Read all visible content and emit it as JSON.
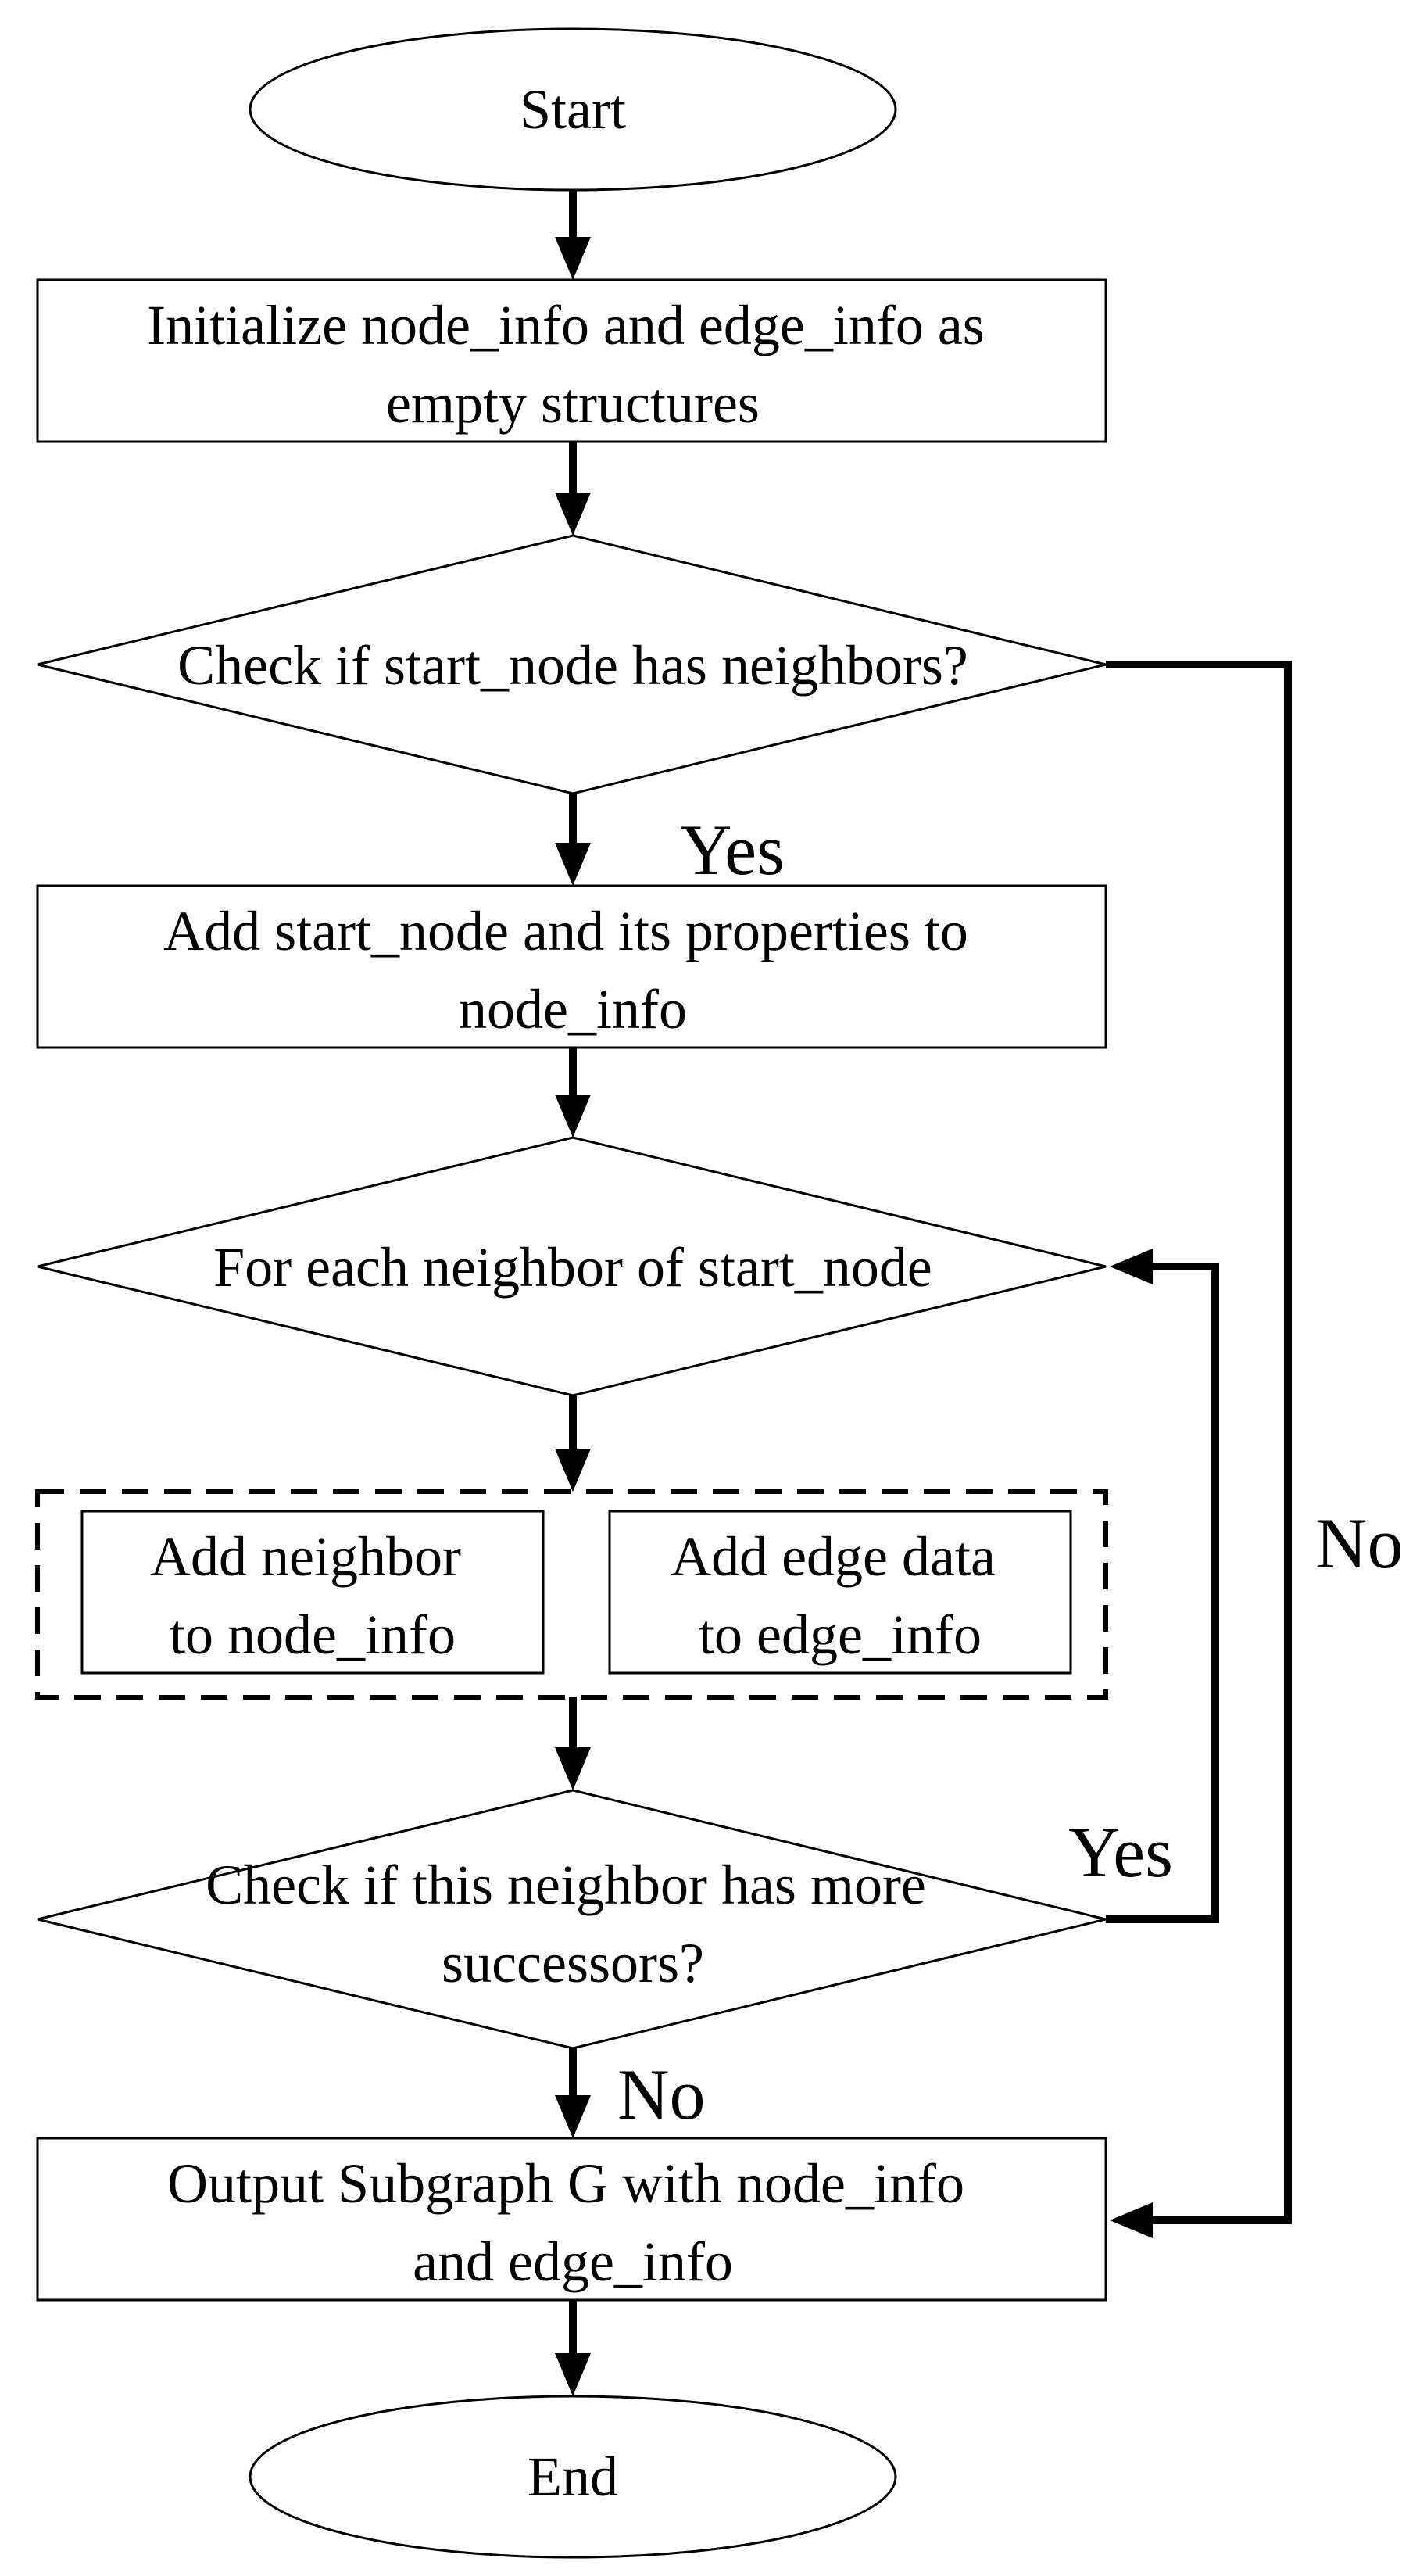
{
  "nodes": {
    "start": "Start",
    "init": [
      "Initialize node_info and edge_info as",
      "empty structures"
    ],
    "check_neighbors": "Check if start_node has neighbors?",
    "add_start": [
      "Add start_node and its properties to",
      "node_info"
    ],
    "for_each": "For each neighbor of start_node",
    "add_neighbor": [
      "Add neighbor",
      "to node_info"
    ],
    "add_edge": [
      "Add edge data",
      "to edge_info"
    ],
    "check_successors": [
      "Check if this neighbor has more",
      "successors?"
    ],
    "output": [
      "Output Subgraph G with node_info",
      "and edge_info"
    ],
    "end": "End"
  },
  "branches": {
    "yes_neighbors": "Yes",
    "no_neighbors": "No",
    "yes_successors": "Yes",
    "no_successors": "No"
  },
  "colors": {
    "stroke": "#000000",
    "background": "#ffffff"
  }
}
